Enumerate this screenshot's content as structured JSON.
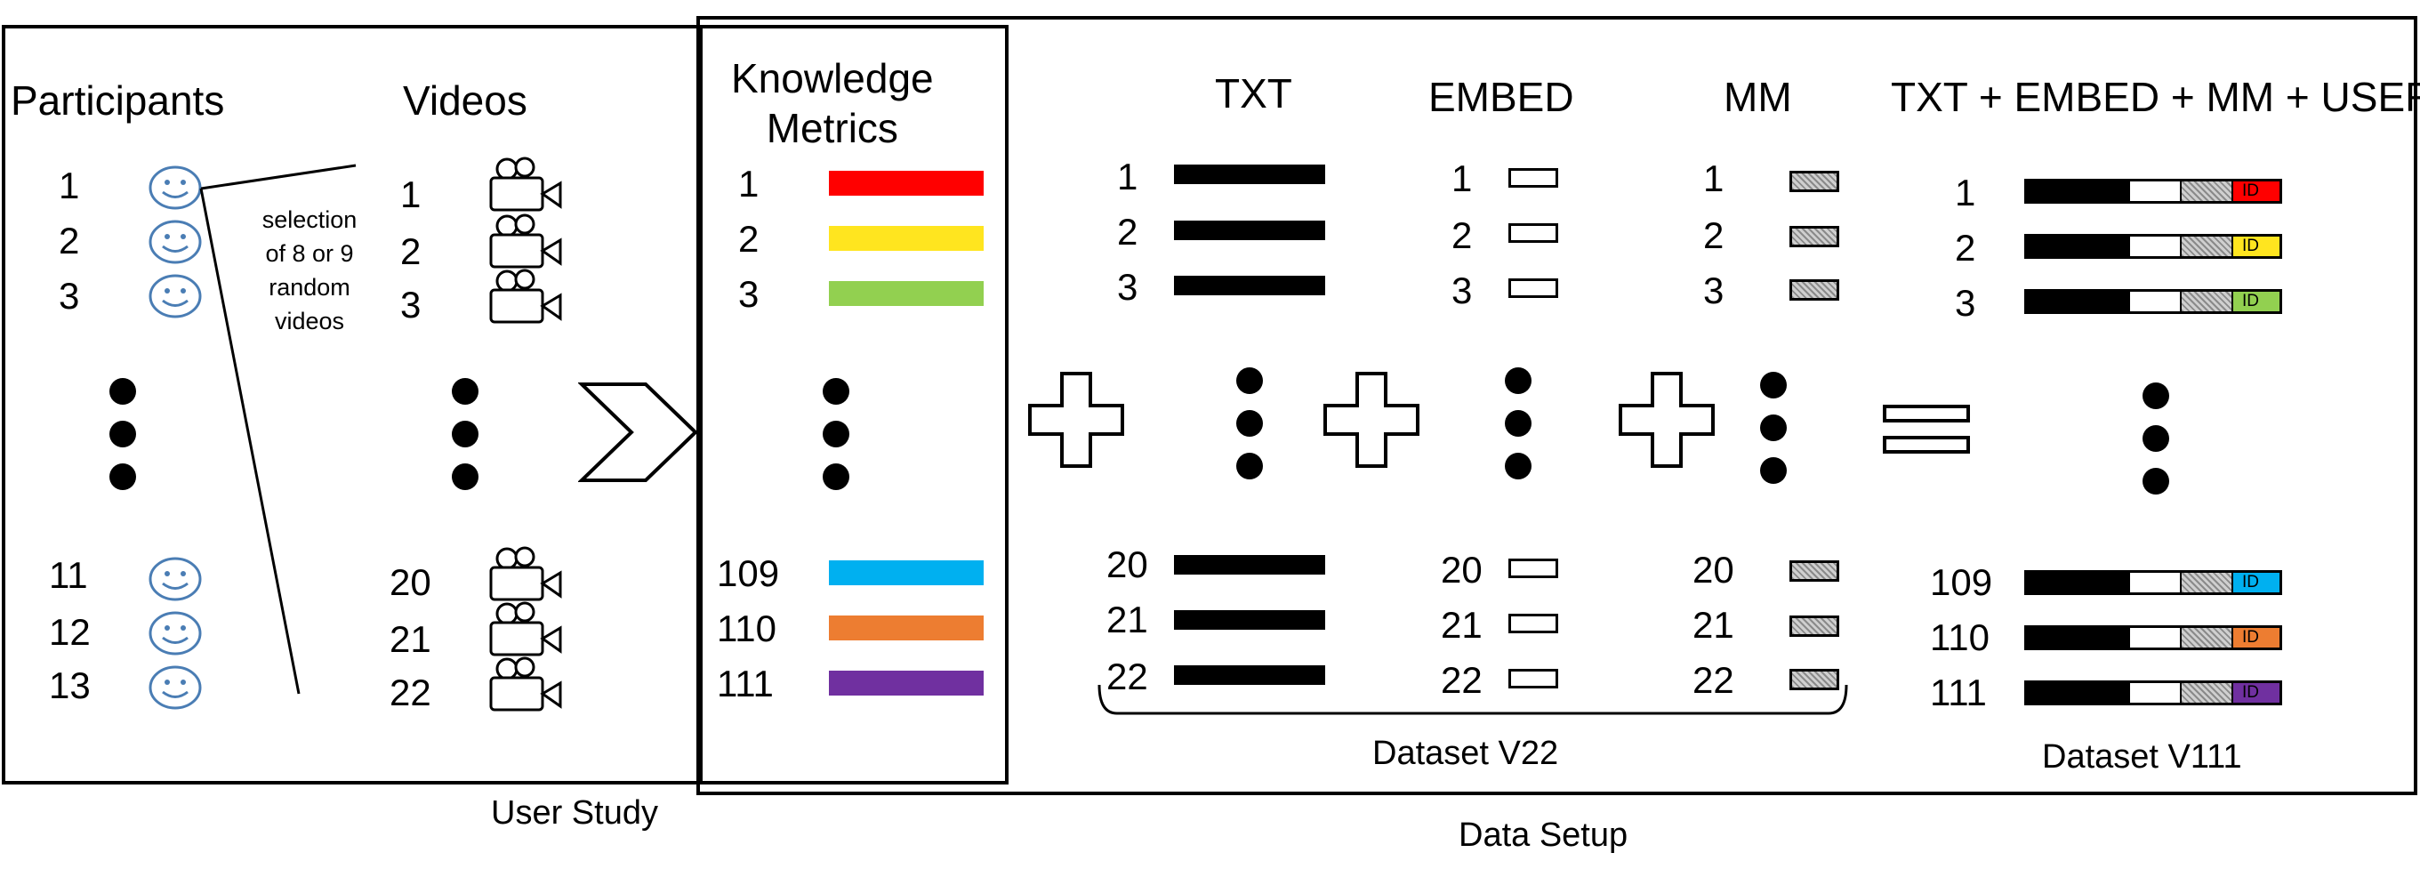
{
  "user_study": {
    "caption": "User Study",
    "participants_label": "Participants",
    "videos_label": "Videos",
    "selection_note": [
      "selection",
      "of 8 or 9",
      "random",
      "videos"
    ],
    "participants_top": [
      "1",
      "2",
      "3"
    ],
    "participants_bottom": [
      "11",
      "12",
      "13"
    ],
    "videos_top": [
      "1",
      "2",
      "3"
    ],
    "videos_bottom": [
      "20",
      "21",
      "22"
    ]
  },
  "data_setup": {
    "caption": "Data Setup",
    "knowledge_metrics": {
      "label_line1": "Knowledge",
      "label_line2": "Metrics",
      "items_top": [
        {
          "n": "1",
          "color": "#ff0000"
        },
        {
          "n": "2",
          "color": "#ffe51f"
        },
        {
          "n": "3",
          "color": "#92d050"
        }
      ],
      "items_bottom": [
        {
          "n": "109",
          "color": "#00b0f0"
        },
        {
          "n": "110",
          "color": "#ed7d31"
        },
        {
          "n": "111",
          "color": "#7030a0"
        }
      ]
    },
    "txt": {
      "label": "TXT",
      "top": [
        "1",
        "2",
        "3"
      ],
      "bottom": [
        "20",
        "21",
        "22"
      ]
    },
    "embed": {
      "label": "EMBED",
      "top": [
        "1",
        "2",
        "3"
      ],
      "bottom": [
        "20",
        "21",
        "22"
      ]
    },
    "mm": {
      "label": "MM",
      "top": [
        "1",
        "2",
        "3"
      ],
      "bottom": [
        "20",
        "21",
        "22"
      ]
    },
    "dataset_v22": "Dataset V22",
    "combined": {
      "label": "TXT + EMBED + MM + USER",
      "id_label": "ID",
      "top": [
        "1",
        "2",
        "3"
      ],
      "bottom": [
        "109",
        "110",
        "111"
      ],
      "dataset": "Dataset V111"
    }
  }
}
